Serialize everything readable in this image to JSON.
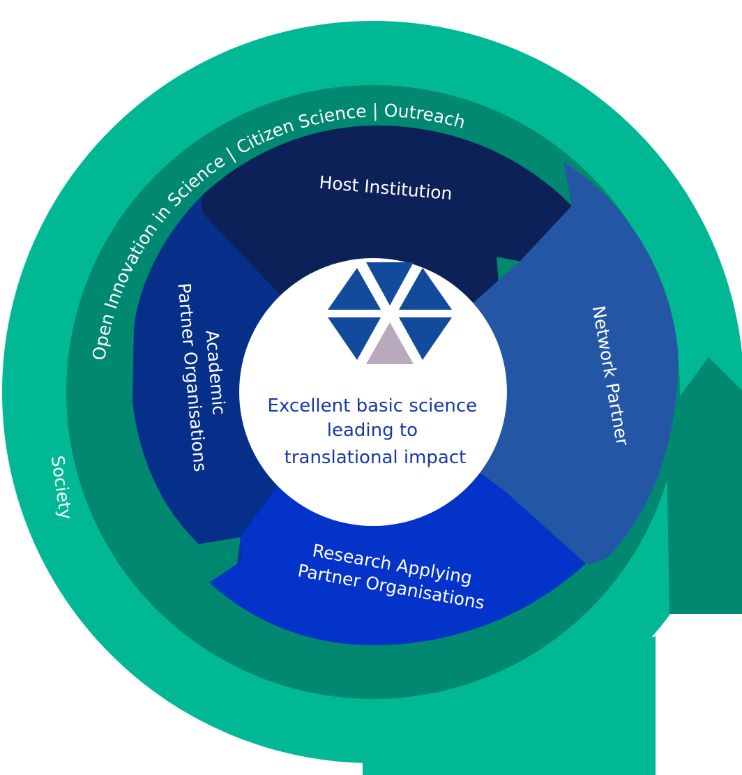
{
  "diagram": {
    "outer_ring": {
      "label": "Society"
    },
    "middle_ring": {
      "label": "Open Innovation in Science | Citizen Science | Outreach"
    },
    "segments": [
      {
        "id": "host",
        "label_lines": [
          "Host Institution"
        ]
      },
      {
        "id": "network",
        "label_lines": [
          "Network Partner"
        ]
      },
      {
        "id": "research",
        "label_lines": [
          "Research Applying",
          "Partner Organisations"
        ]
      },
      {
        "id": "academic",
        "label_lines": [
          "Academic",
          "Partner Organisations"
        ]
      }
    ],
    "center": {
      "text_lines": [
        "Excellent basic science",
        "leading to",
        "translational impact"
      ],
      "logo_icon": "hexagon-triangles-logo-icon"
    }
  },
  "colors": {
    "outer_ring": "#00b894",
    "middle_ring": "#008870",
    "host": "#0b2158",
    "network": "#2456a6",
    "research": "#0333c8",
    "academic": "#062f8a",
    "center_fill": "#ffffff",
    "center_text": "#1738a6",
    "logo_blue": "#124a9c",
    "logo_accent": "#b9a9bc",
    "label_text": "#ffffff"
  }
}
